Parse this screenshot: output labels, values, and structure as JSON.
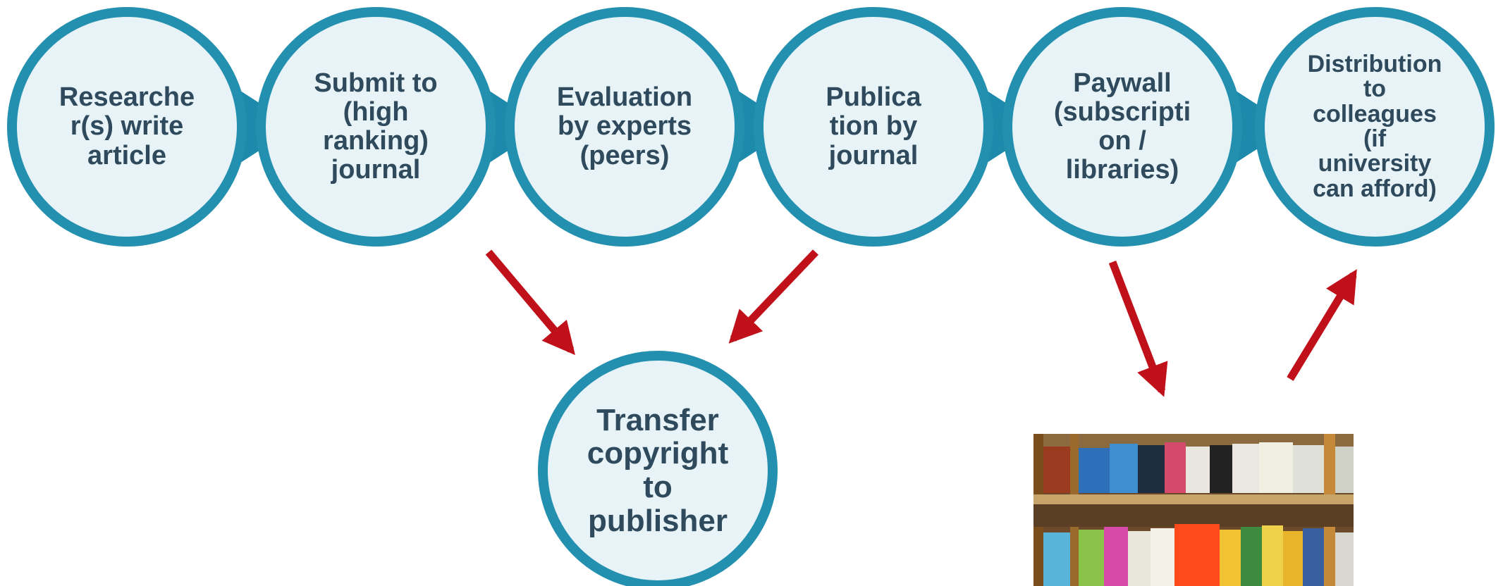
{
  "workflow": {
    "steps": [
      {
        "id": "write",
        "label": "Researche\nr(s) write\narticle"
      },
      {
        "id": "submit",
        "label": "Submit to\n(high\nranking)\njournal"
      },
      {
        "id": "evaluation",
        "label": "Evaluation\nby experts\n(peers)"
      },
      {
        "id": "publication",
        "label": "Publica\ntion by\njournal"
      },
      {
        "id": "paywall",
        "label": "Paywall\n(subscripti\non /\nlibraries)"
      },
      {
        "id": "distribution",
        "label": "Distribution\nto\ncolleagues\n(if\nuniversity\ncan afford)"
      }
    ],
    "transfer": {
      "label": "Transfer\ncopyright\nto\npublisher"
    }
  },
  "colors": {
    "circle_fill": "#e7f3f6",
    "circle_stroke": "#2490b0",
    "chevron": "#1d8aab",
    "text": "#2e4a5c",
    "arrow": "#c0111b"
  },
  "photo": {
    "subject": "journal-shelf-photo"
  }
}
